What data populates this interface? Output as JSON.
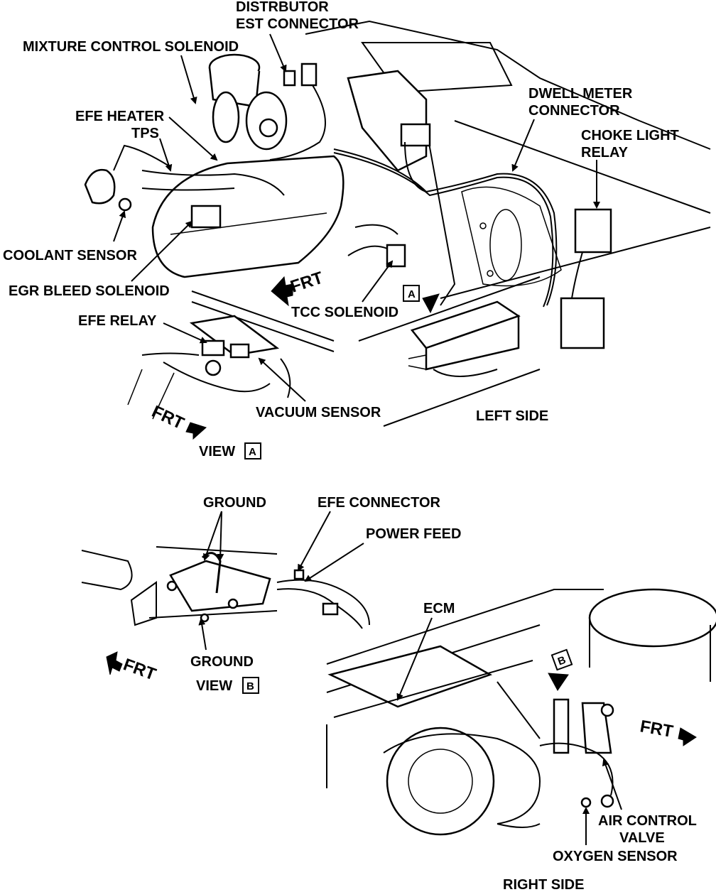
{
  "labels": {
    "distributor_est_connector_1": "DISTRBUTOR",
    "distributor_est_connector_2": "EST CONNECTOR",
    "mixture_control_solenoid": "MIXTURE CONTROL SOLENOID",
    "efe_heater": "EFE HEATER",
    "tps": "TPS",
    "coolant_sensor": "COOLANT SENSOR",
    "egr_bleed_solenoid": "EGR BLEED SOLENOID",
    "efe_relay": "EFE RELAY",
    "tcc_solenoid": "TCC SOLENOID",
    "vacuum_sensor": "VACUUM SENSOR",
    "dwell_meter_connector_1": "DWELL METER",
    "dwell_meter_connector_2": "CONNECTOR",
    "choke_light_relay_1": "CHOKE LIGHT",
    "choke_light_relay_2": "RELAY",
    "left_side": "LEFT SIDE",
    "view_a": "VIEW",
    "view_a_box": "A",
    "callout_a": "A",
    "ground_top": "GROUND",
    "ground_bottom": "GROUND",
    "efe_connector": "EFE CONNECTOR",
    "power_feed": "POWER FEED",
    "view_b": "VIEW",
    "view_b_box": "B",
    "callout_b": "B",
    "ecm": "ECM",
    "air_control_valve_1": "AIR CONTROL",
    "air_control_valve_2": "VALVE",
    "oxygen_sensor": "OXYGEN SENSOR",
    "right_side": "RIGHT SIDE"
  },
  "frt": {
    "engine_top": "FRT",
    "view_a": "FRT",
    "view_b": "FRT",
    "right_side": "FRT"
  }
}
